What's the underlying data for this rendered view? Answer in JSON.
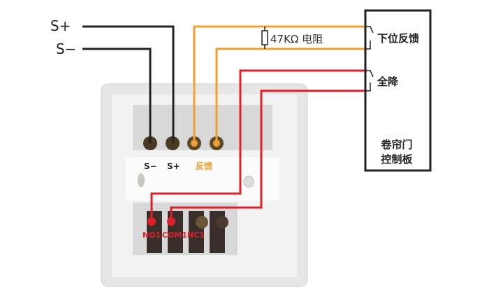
{
  "labels": {
    "s_plus": "S+",
    "s_minus": "S−",
    "resistor": "47KΩ 电阻",
    "feedback_switch": "下位反馈",
    "full_down_switch": "全降",
    "control_board_line1": "卷帘门",
    "control_board_line2": "控制板",
    "terminal_s_minus": "S−",
    "terminal_s_plus": "S+",
    "terminal_feedback": "反馈",
    "terminal_no1": "NO1",
    "terminal_com1": "COM1",
    "terminal_nc1": "NC1"
  },
  "colors": {
    "signal_wire": "#222222",
    "feedback_wire": "#f0a030",
    "relay_wire": "#e02028",
    "plate": "#ebebeb"
  }
}
